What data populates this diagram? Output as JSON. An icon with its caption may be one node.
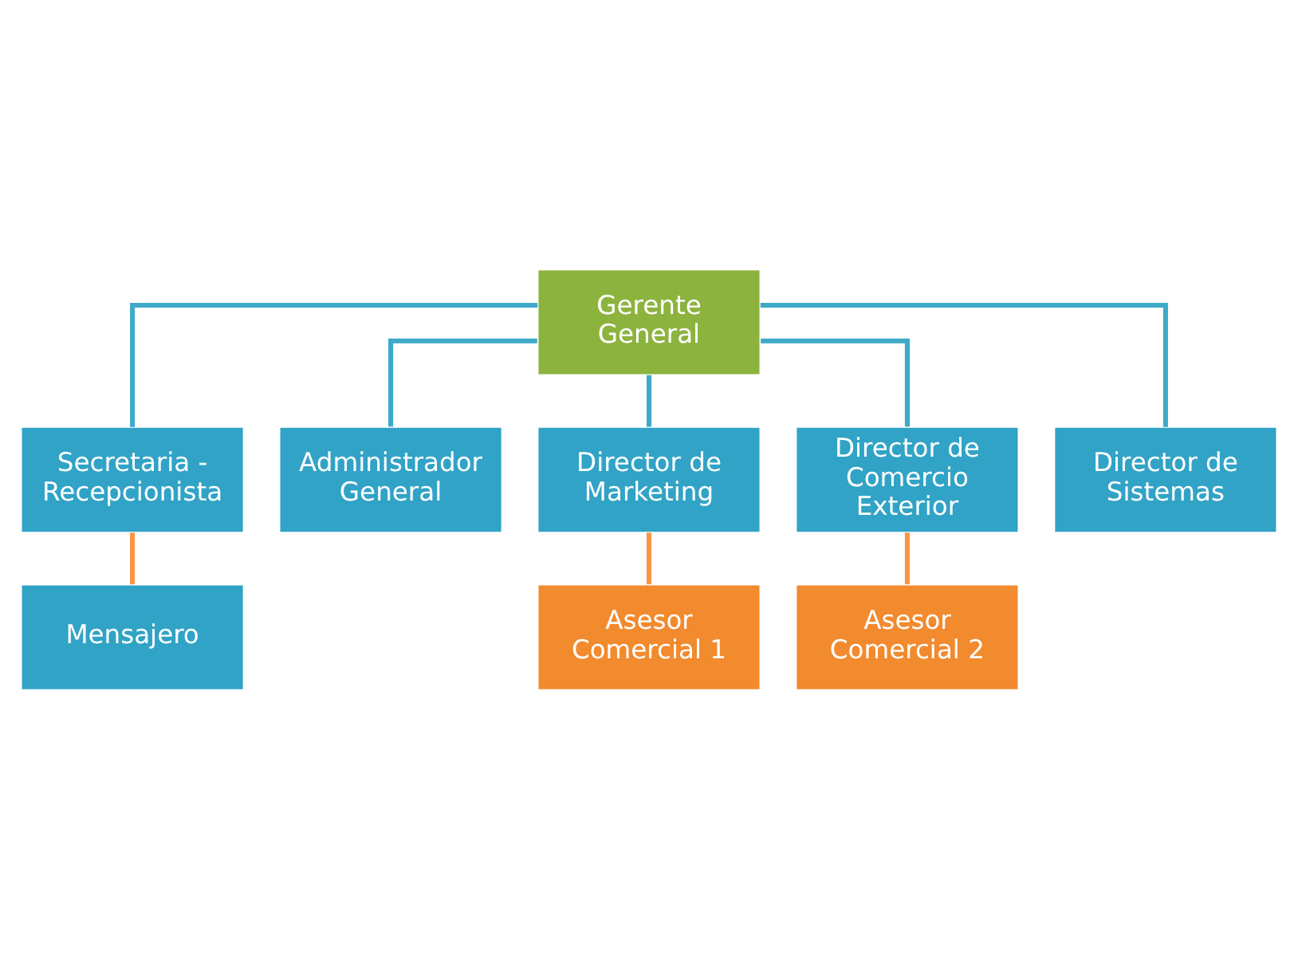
{
  "diagram": {
    "nodes": [
      {
        "text": [
          "Gerente General"
        ]
      },
      {
        "text": [
          "Secretaria - Recepcionista"
        ]
      },
      {
        "text": [
          "Mensajero"
        ]
      },
      {
        "text": [
          "Administrador General"
        ]
      },
      {
        "text": [
          "Director de Marketing"
        ]
      },
      {
        "text": [
          "Director de Comercio Exterior"
        ]
      },
      {
        "text": [
          "Director de Sistemas"
        ]
      },
      {
        "text": [
          "Asesor Comercial 1"
        ]
      },
      {
        "text": [
          "Asesor Comercial 2"
        ]
      }
    ],
    "edges": [
      {
        "from": 0,
        "to": 1,
        "arrow": "none"
      },
      {
        "from": 1,
        "to": 2,
        "arrow": "none",
        "color": "#f79646"
      },
      {
        "from": 0,
        "to": 3,
        "arrow": "none"
      },
      {
        "from": 0,
        "to": 4,
        "arrow": "none"
      },
      {
        "from": 0,
        "to": 5,
        "arrow": "none"
      },
      {
        "from": 0,
        "to": 6,
        "arrow": "none"
      },
      {
        "from": 4,
        "to": 7,
        "arrow": "none",
        "color": "#f79646"
      },
      {
        "from": 5,
        "to": 8,
        "arrow": "none",
        "color": "#f79646"
      }
    ]
  }
}
